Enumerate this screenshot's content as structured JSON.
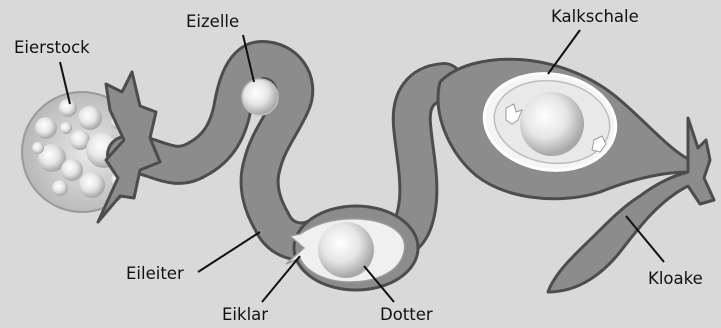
{
  "labels": {
    "ovary": "Eierstock",
    "egg_cell": "Eizelle",
    "shell": "Kalkschale",
    "oviduct": "Eileiter",
    "albumen": "Eiklar",
    "yolk": "Dotter",
    "cloaca": "Kloake"
  },
  "colors": {
    "background": "#d9d9d9",
    "tract_fill": "#8c8c8c",
    "tract_outline": "#4d4d4d",
    "egg_white": "#f0f0f0"
  }
}
